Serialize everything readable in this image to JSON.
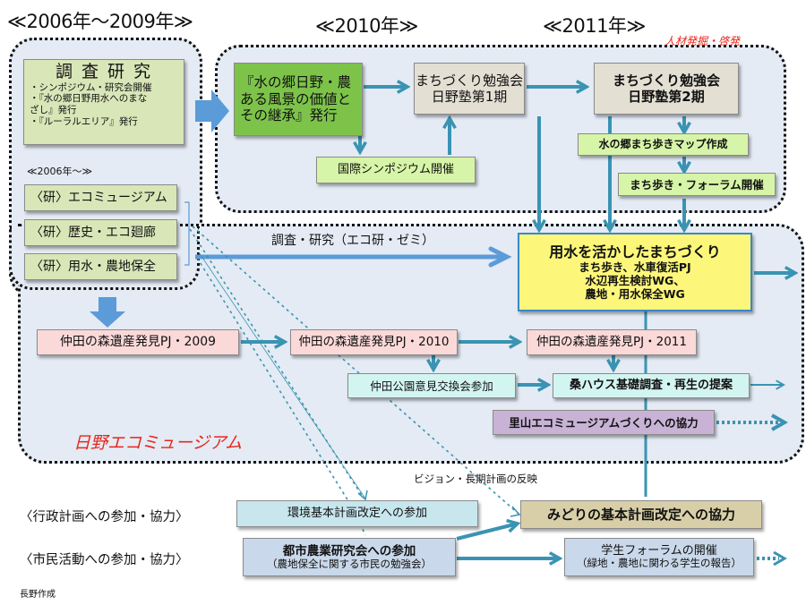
{
  "headers": {
    "period_1": "≪2006年～2009年≫",
    "period_2": "≪2010年≫",
    "period_3": "≪2011年≫"
  },
  "annotations": {
    "talent_label": "人材発掘・啓発",
    "eco_museum_label": "日野エコミュージアム",
    "research_flow_label": "調査・研究（エコ研・ゼミ）",
    "vision_label": "ビジョン・長期計画の反映",
    "since_2006": "≪2006年～≫",
    "author": "長野作成"
  },
  "research": {
    "title": "調 査 研 究",
    "items": [
      "・シンポジウム・研究会開催",
      "・『水の郷日野用水へのまな",
      "ざし』発行",
      "・『ルーラルエリア』発行"
    ]
  },
  "study_groups": [
    "〈研〉エコミュージアム",
    "〈研〉歴史・エコ廻廊",
    "〈研〉用水・農地保全"
  ],
  "talent_boxes": {
    "publication": [
      "『水の郷日野・農",
      "ある風景の価値と",
      "その継承』発行"
    ],
    "symposium": "国際シンポジウム開催",
    "seminar_1": [
      "まちづくり勉強会",
      "日野塾第1期"
    ],
    "seminar_2": [
      "まちづくり勉強会",
      "日野塾第2期"
    ],
    "walk_map": "水の郷まち歩きマップ作成",
    "walk_forum": "まち歩き・フォーラム開催"
  },
  "main_goal": {
    "title": "用水を活かしたまちづくり",
    "lines": [
      "まち歩き、水車復活PJ",
      "水辺再生検討WG、",
      "農地・用水保全WG"
    ]
  },
  "eco_boxes": {
    "nakata_2009": "仲田の森遺産発見PJ・2009",
    "nakata_2010": "仲田の森遺産発見PJ・2010",
    "nakata_2011": "仲田の森遺産発見PJ・2011",
    "nakata_park": "仲田公園意見交換会参加",
    "kuwa_house": "桑ハウス基礎調査・再生の提案",
    "satoyama": "里山エコミュージアムづくりへの協力"
  },
  "lower_section": {
    "admin_label": "〈行政計画への参加・協力〉",
    "citizen_label": "〈市民活動への参加・協力〉",
    "env_plan": "環境基本計画改定への参加",
    "green_plan": "みどりの基本計画改定への協力",
    "urban_agri": {
      "title": "都市農業研究会への参加",
      "subtitle": "（農地保全に関する市民の勉強会）"
    },
    "student_forum": {
      "title": "学生フォーラムの開催",
      "subtitle": "（緑地・農地に関わる学生の報告）"
    }
  },
  "colors": {
    "arrow_teal": "#3a93b3",
    "arrow_blue": "#5b9bd8",
    "accent_red": "#e8261c",
    "region_bg": "#e4ebf4"
  }
}
